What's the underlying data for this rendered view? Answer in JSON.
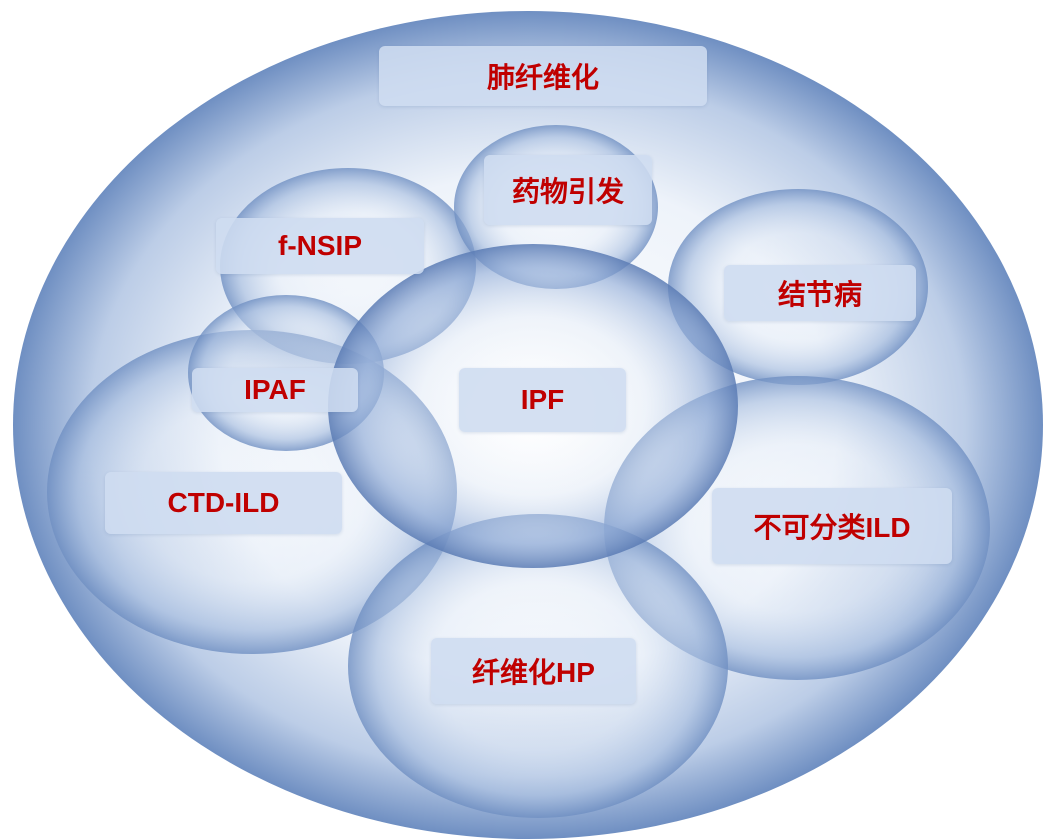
{
  "colors": {
    "label_text": "#c00000",
    "label_bg": "#cedcf0",
    "circle_edge": "#6f8fc2",
    "circle_center": "#ffffff"
  },
  "diagram": {
    "outer_label": "肺纤维化",
    "labels": {
      "drug_induced": "药物引发",
      "f_nsip": "f-NSIP",
      "sarcoidosis": "结节病",
      "ipaf": "IPAF",
      "ipf": "IPF",
      "ctd_ild": "CTD-ILD",
      "unclassifiable_ild": "不可分类ILD",
      "fibrotic_hp": "纤维化HP"
    }
  }
}
